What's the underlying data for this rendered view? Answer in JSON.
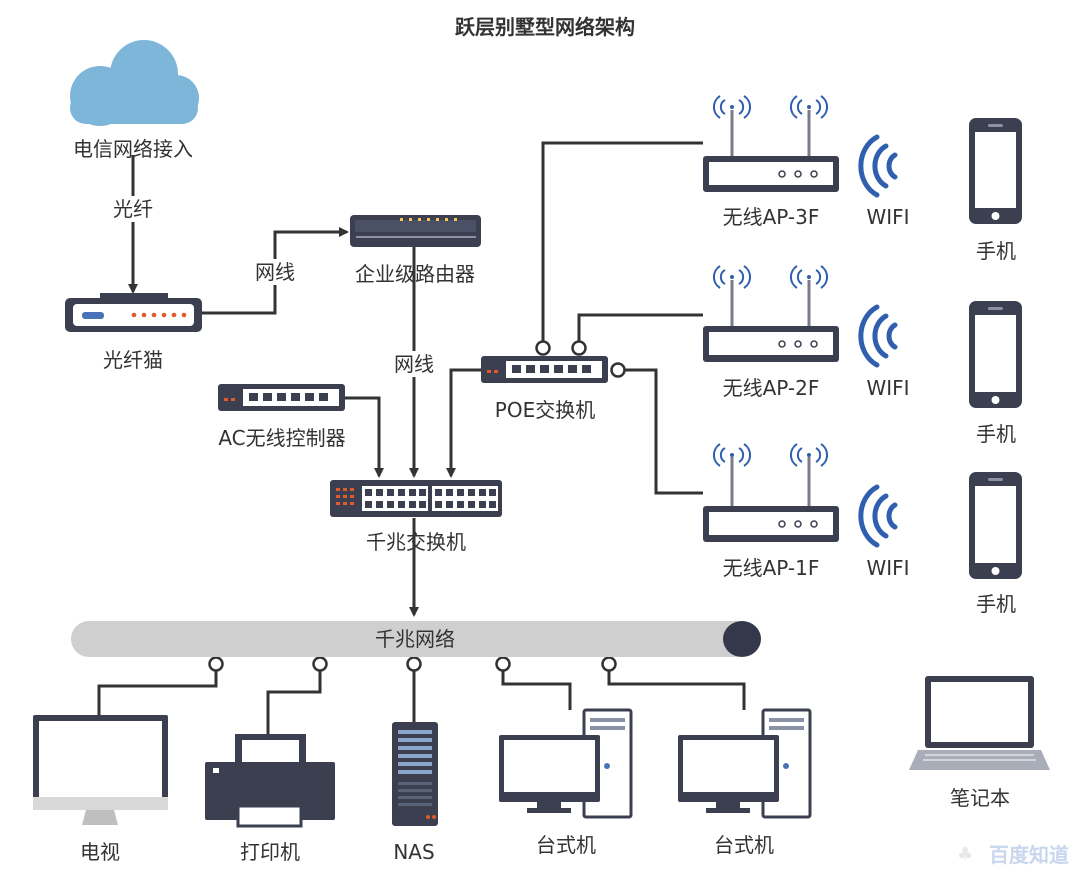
{
  "title": "跃层别墅型网络架构",
  "nodes": {
    "telecom": "电信网络接入",
    "fiber": "光纤",
    "modem": "光纤猫",
    "lan_cable_1": "网线",
    "router": "企业级路由器",
    "lan_cable_2": "网线",
    "poe_switch": "POE交换机",
    "ac_controller": "AC无线控制器",
    "gigabit_switch": "千兆交换机",
    "gigabit_network": "千兆网络",
    "ap3": "无线AP-3F",
    "ap2": "无线AP-2F",
    "ap1": "无线AP-1F",
    "wifi3": "WIFI",
    "wifi2": "WIFI",
    "wifi1": "WIFI",
    "phone3": "手机",
    "phone2": "手机",
    "phone1": "手机",
    "tv": "电视",
    "printer": "打印机",
    "nas": "NAS",
    "desktop1": "台式机",
    "desktop2": "台式机",
    "laptop": "笔记本"
  },
  "watermark": "百度知道",
  "colors": {
    "line": "#333333",
    "device_dark": "#3b3f4f",
    "device_panel": "#ffffff",
    "port_blue": "#4a72b8",
    "modem_led": "#e05a2c",
    "cloud": "#7eb6d9",
    "wifi": "#2f5fae",
    "bus": "#cfcfcf",
    "bus_end": "#35384a"
  }
}
